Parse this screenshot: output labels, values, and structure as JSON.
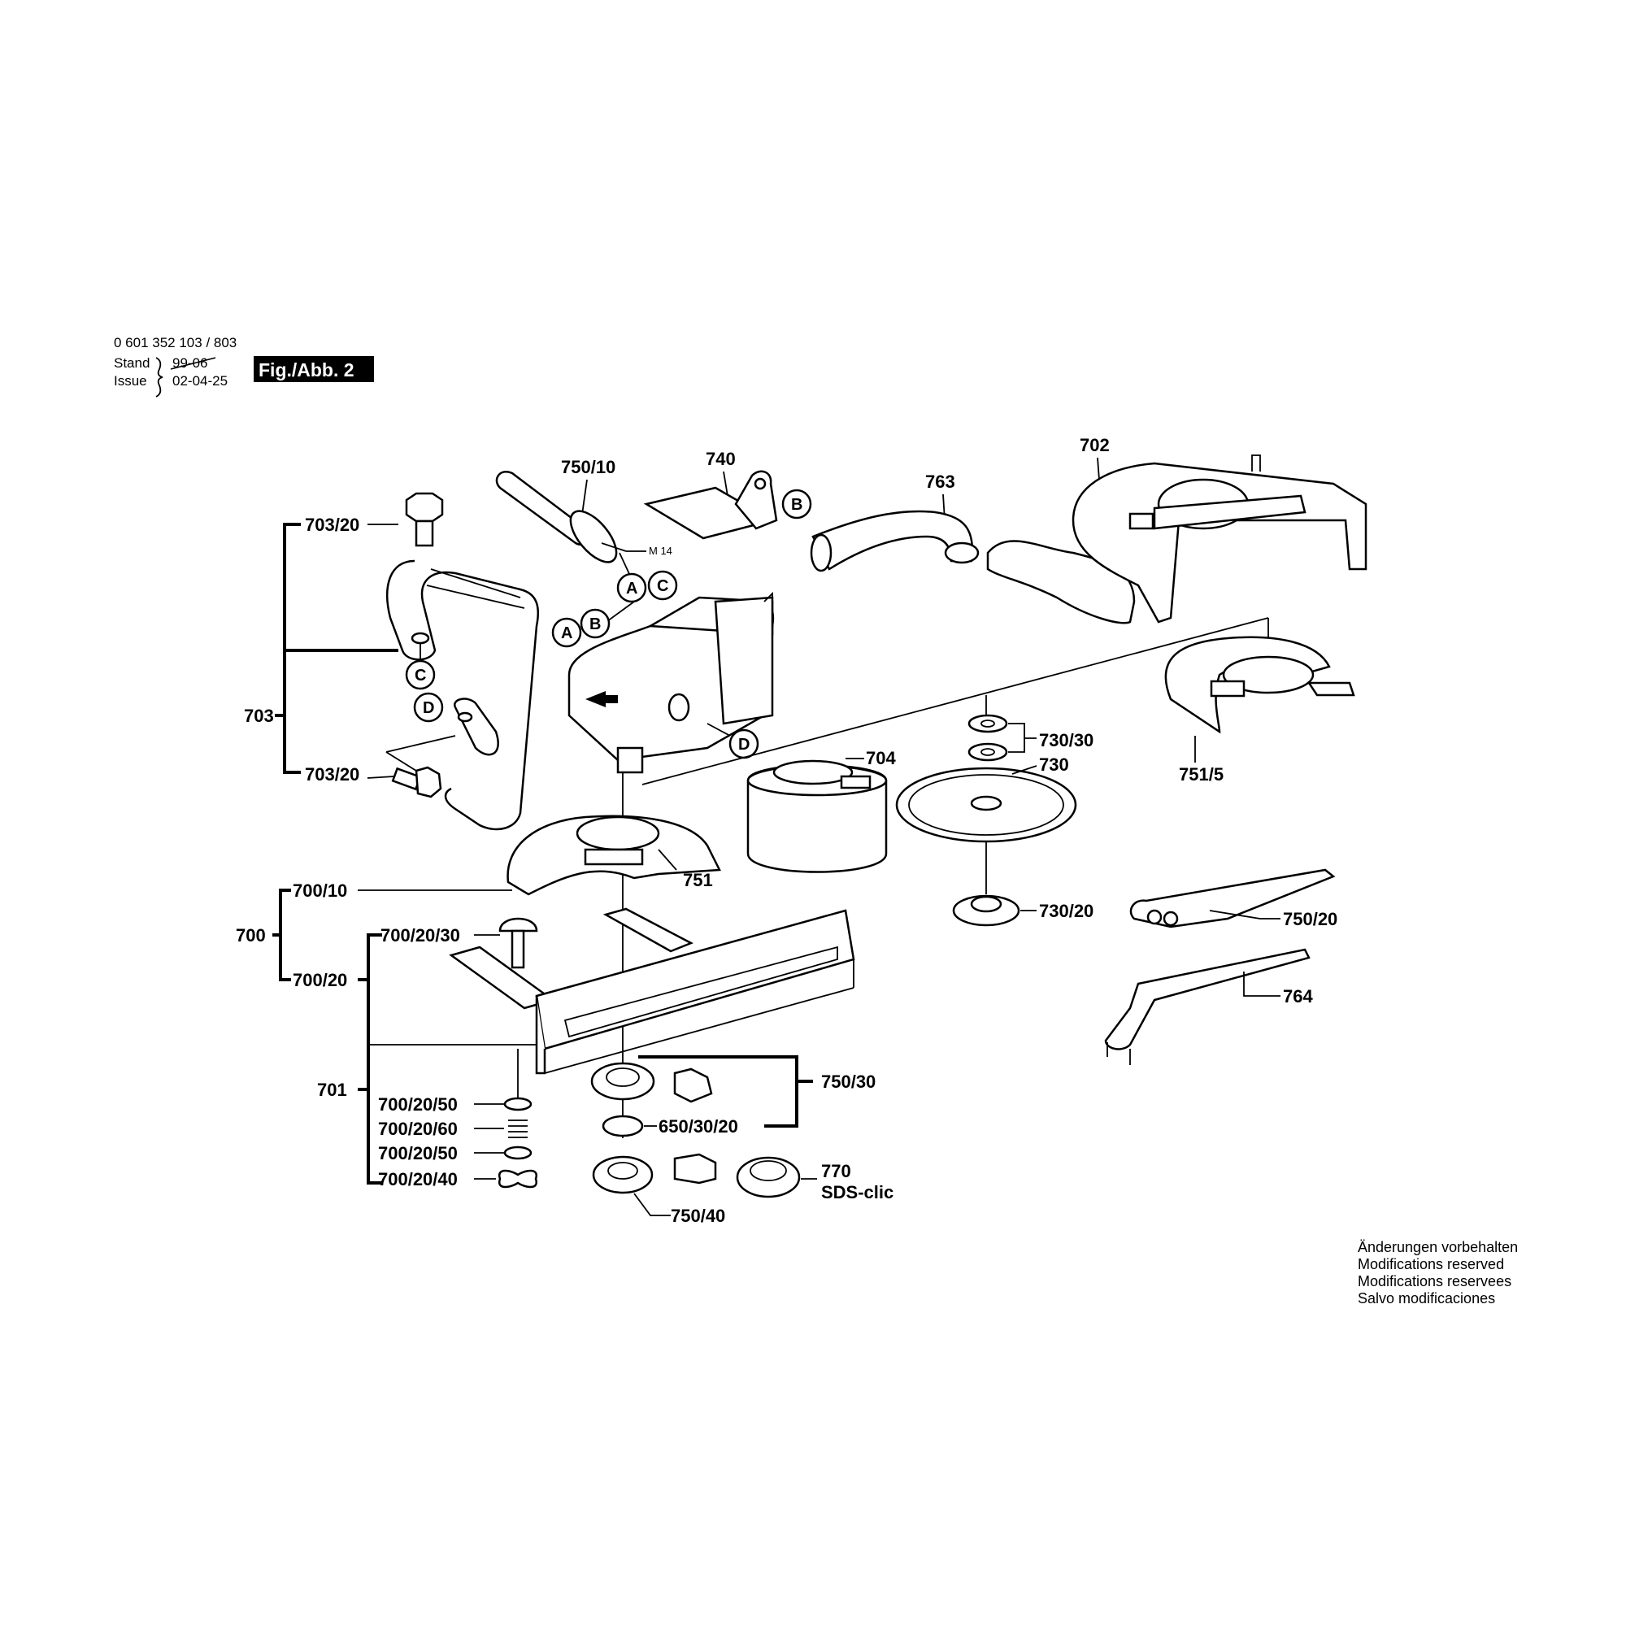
{
  "header": {
    "part_number": "0 601 352 103 / 803",
    "stand_label": "Stand",
    "stand_value": "99-06",
    "issue_label": "Issue",
    "issue_value": "02-04-25",
    "figure": "Fig./Abb. 2"
  },
  "labels": {
    "l703_20_top": "703/20",
    "l703": "703",
    "l703_20_bot": "703/20",
    "l750_10": "750/10",
    "l740": "740",
    "l763": "763",
    "l702": "702",
    "m14": "M 14",
    "l704": "704",
    "l730_30": "730/30",
    "l730": "730",
    "l751_5": "751/5",
    "l751": "751",
    "l700_10": "700/10",
    "l700": "700",
    "l700_20": "700/20",
    "l700_20_30": "700/20/30",
    "l701": "701",
    "l700_20_50a": "700/20/50",
    "l700_20_60": "700/20/60",
    "l700_20_50b": "700/20/50",
    "l700_20_40": "700/20/40",
    "l730_20": "730/20",
    "l750_20": "750/20",
    "l764": "764",
    "l750_30": "750/30",
    "l650_30_20": "650/30/20",
    "l770": "770",
    "sds": "SDS-clic",
    "l750_40": "750/40"
  },
  "circle_markers": {
    "a1": "A",
    "c1": "C",
    "b1": "B",
    "a2": "A",
    "b2": "B",
    "c2": "C",
    "d1": "D",
    "d2": "D"
  },
  "notes": [
    "Änderungen vorbehalten",
    "Modifications reserved",
    "Modifications reservees",
    "Salvo modificaciones"
  ]
}
